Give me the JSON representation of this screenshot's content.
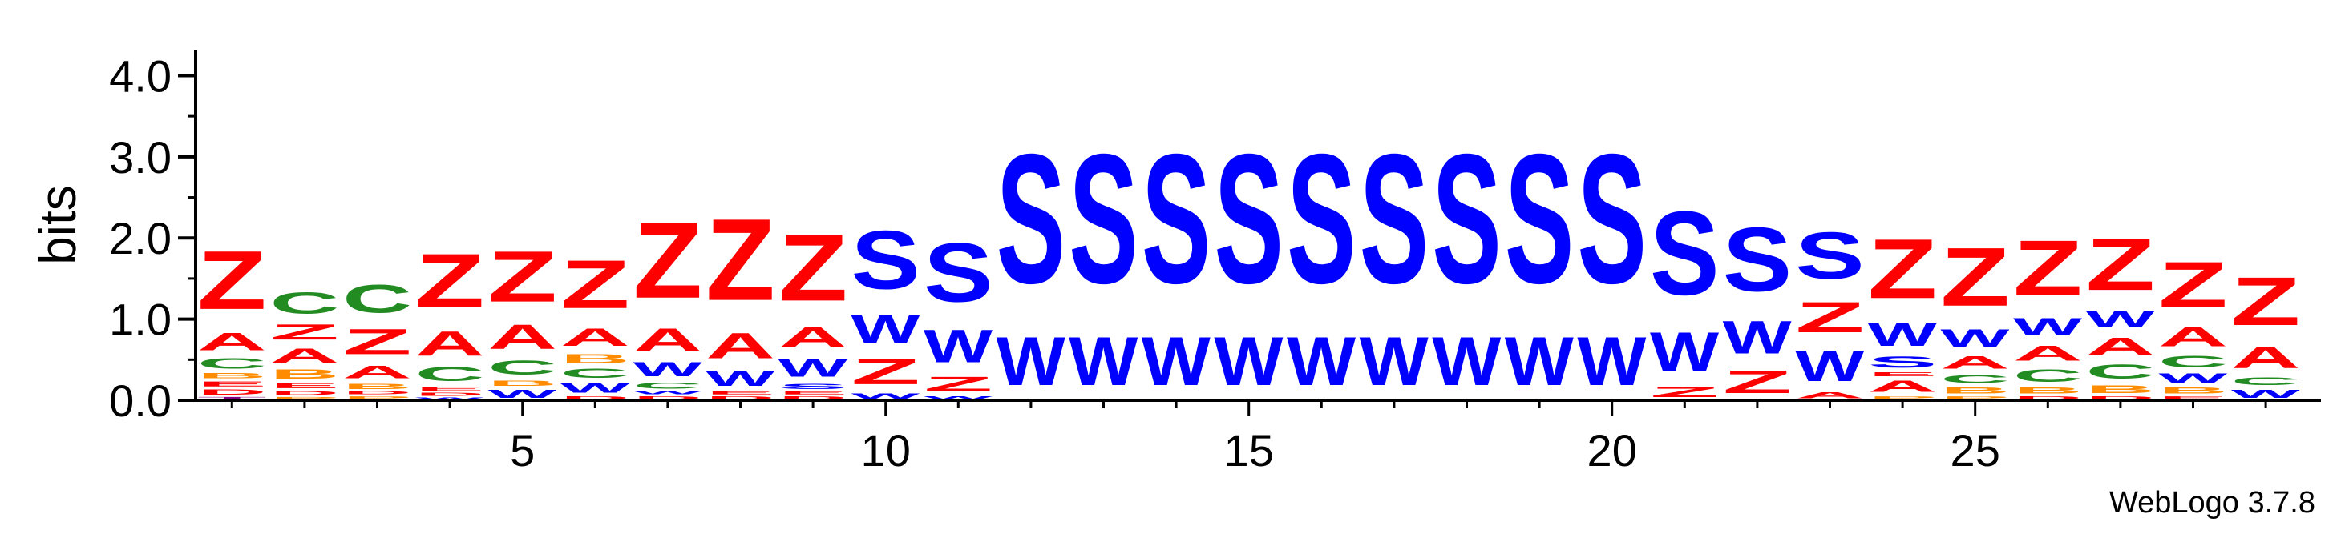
{
  "chart_data": {
    "type": "sequence-logo",
    "title": "",
    "xlabel": "",
    "ylabel": "bits",
    "ylim": [
      0,
      4.32
    ],
    "y_ticks": [
      "0.0",
      "1.0",
      "2.0",
      "3.0",
      "4.0"
    ],
    "x_ticks": [
      "5",
      "10",
      "15",
      "20",
      "25"
    ],
    "credit": "WebLogo 3.7.8",
    "colors": {
      "Z": "#ff0000",
      "A": "#ff0000",
      "C": "#228b22",
      "S": "#0000ff",
      "W": "#0000ff",
      "B": "#ff8c00",
      "D": "#ff0000",
      "E": "#ff0000",
      "P": "#ff8c00",
      "T": "#800080"
    },
    "positions": [
      {
        "pos": 1,
        "stack": [
          [
            "T",
            0.05
          ],
          [
            "D",
            0.1
          ],
          [
            "E",
            0.1
          ],
          [
            "B",
            0.1
          ],
          [
            "C",
            0.2
          ],
          [
            "A",
            0.35
          ],
          [
            "Z",
            1.15
          ]
        ]
      },
      {
        "pos": 2,
        "stack": [
          [
            "P",
            0.05
          ],
          [
            "D",
            0.08
          ],
          [
            "E",
            0.1
          ],
          [
            "B",
            0.18
          ],
          [
            "A",
            0.28
          ],
          [
            "Z",
            0.3
          ],
          [
            "C",
            0.42
          ]
        ]
      },
      {
        "pos": 3,
        "stack": [
          [
            "P",
            0.06
          ],
          [
            "D",
            0.06
          ],
          [
            "B",
            0.1
          ],
          [
            "A",
            0.25
          ],
          [
            "Z",
            0.5
          ],
          [
            "C",
            0.55
          ]
        ]
      },
      {
        "pos": 4,
        "stack": [
          [
            "W",
            0.04
          ],
          [
            "D",
            0.06
          ],
          [
            "E",
            0.08
          ],
          [
            "C",
            0.28
          ],
          [
            "A",
            0.48
          ],
          [
            "Z",
            1.06
          ]
        ]
      },
      {
        "pos": 5,
        "stack": [
          [
            "W",
            0.16
          ],
          [
            "B",
            0.1
          ],
          [
            "C",
            0.28
          ],
          [
            "A",
            0.48
          ],
          [
            "Z",
            1.0
          ]
        ]
      },
      {
        "pos": 6,
        "stack": [
          [
            "D",
            0.06
          ],
          [
            "W",
            0.18
          ],
          [
            "C",
            0.18
          ],
          [
            "B",
            0.18
          ],
          [
            "A",
            0.35
          ],
          [
            "Z",
            0.95
          ]
        ]
      },
      {
        "pos": 7,
        "stack": [
          [
            "D",
            0.06
          ],
          [
            "W",
            0.06
          ],
          [
            "C",
            0.12
          ],
          [
            "W",
            0.28
          ],
          [
            "A",
            0.45
          ],
          [
            "Z",
            1.5
          ]
        ]
      },
      {
        "pos": 8,
        "stack": [
          [
            "D",
            0.06
          ],
          [
            "E",
            0.06
          ],
          [
            "W",
            0.3
          ],
          [
            "A",
            0.5
          ],
          [
            "Z",
            1.61
          ]
        ]
      },
      {
        "pos": 9,
        "stack": [
          [
            "D",
            0.06
          ],
          [
            "E",
            0.06
          ],
          [
            "S",
            0.1
          ],
          [
            "W",
            0.35
          ],
          [
            "A",
            0.4
          ],
          [
            "Z",
            1.32
          ]
        ]
      },
      {
        "pos": 10,
        "stack": [
          [
            "W",
            0.1
          ],
          [
            "Z",
            0.5
          ],
          [
            "W",
            0.55
          ],
          [
            "S",
            1.15
          ]
        ]
      },
      {
        "pos": 11,
        "stack": [
          [
            "W",
            0.06
          ],
          [
            "Z",
            0.28
          ],
          [
            "W",
            0.65
          ],
          [
            "S",
            1.16
          ]
        ]
      },
      {
        "pos": 12,
        "stack": [
          [
            "W",
            0.95
          ],
          [
            "S",
            2.55
          ]
        ]
      },
      {
        "pos": 13,
        "stack": [
          [
            "W",
            0.95
          ],
          [
            "S",
            2.55
          ]
        ]
      },
      {
        "pos": 14,
        "stack": [
          [
            "W",
            0.95
          ],
          [
            "S",
            2.55
          ]
        ]
      },
      {
        "pos": 15,
        "stack": [
          [
            "W",
            0.95
          ],
          [
            "S",
            2.55
          ]
        ]
      },
      {
        "pos": 16,
        "stack": [
          [
            "W",
            0.95
          ],
          [
            "S",
            2.55
          ]
        ]
      },
      {
        "pos": 17,
        "stack": [
          [
            "W",
            0.95
          ],
          [
            "S",
            2.55
          ]
        ]
      },
      {
        "pos": 18,
        "stack": [
          [
            "W",
            0.95
          ],
          [
            "S",
            2.55
          ]
        ]
      },
      {
        "pos": 19,
        "stack": [
          [
            "W",
            0.95
          ],
          [
            "S",
            2.55
          ]
        ]
      },
      {
        "pos": 20,
        "stack": [
          [
            "W",
            0.95
          ],
          [
            "S",
            2.55
          ]
        ]
      },
      {
        "pos": 21,
        "stack": [
          [
            "Z",
            0.2
          ],
          [
            "W",
            0.78
          ],
          [
            "S",
            1.65
          ]
        ]
      },
      {
        "pos": 22,
        "stack": [
          [
            "Z",
            0.45
          ],
          [
            "W",
            0.65
          ],
          [
            "S",
            1.26
          ]
        ]
      },
      {
        "pos": 23,
        "stack": [
          [
            "A",
            0.12
          ],
          [
            "W",
            0.6
          ],
          [
            "Z",
            0.6
          ],
          [
            "S",
            0.92
          ]
        ]
      },
      {
        "pos": 24,
        "stack": [
          [
            "P",
            0.06
          ],
          [
            "A",
            0.22
          ],
          [
            "E",
            0.08
          ],
          [
            "S",
            0.22
          ],
          [
            "W",
            0.45
          ],
          [
            "Z",
            1.17
          ]
        ]
      },
      {
        "pos": 25,
        "stack": [
          [
            "P",
            0.06
          ],
          [
            "B",
            0.12
          ],
          [
            "C",
            0.16
          ],
          [
            "A",
            0.25
          ],
          [
            "W",
            0.35
          ],
          [
            "Z",
            1.15
          ]
        ]
      },
      {
        "pos": 26,
        "stack": [
          [
            "D",
            0.06
          ],
          [
            "B",
            0.12
          ],
          [
            "C",
            0.25
          ],
          [
            "A",
            0.3
          ],
          [
            "W",
            0.35
          ],
          [
            "Z",
            1.09
          ]
        ]
      },
      {
        "pos": 27,
        "stack": [
          [
            "D",
            0.06
          ],
          [
            "B",
            0.15
          ],
          [
            "C",
            0.28
          ],
          [
            "A",
            0.35
          ],
          [
            "W",
            0.32
          ],
          [
            "Z",
            1.02
          ]
        ]
      },
      {
        "pos": 28,
        "stack": [
          [
            "E",
            0.06
          ],
          [
            "B",
            0.12
          ],
          [
            "W",
            0.18
          ],
          [
            "C",
            0.23
          ],
          [
            "A",
            0.38
          ],
          [
            "Z",
            0.9
          ]
        ]
      },
      {
        "pos": 29,
        "stack": [
          [
            "W",
            0.16
          ],
          [
            "C",
            0.15
          ],
          [
            "A",
            0.43
          ],
          [
            "Z",
            0.95
          ]
        ]
      }
    ]
  }
}
